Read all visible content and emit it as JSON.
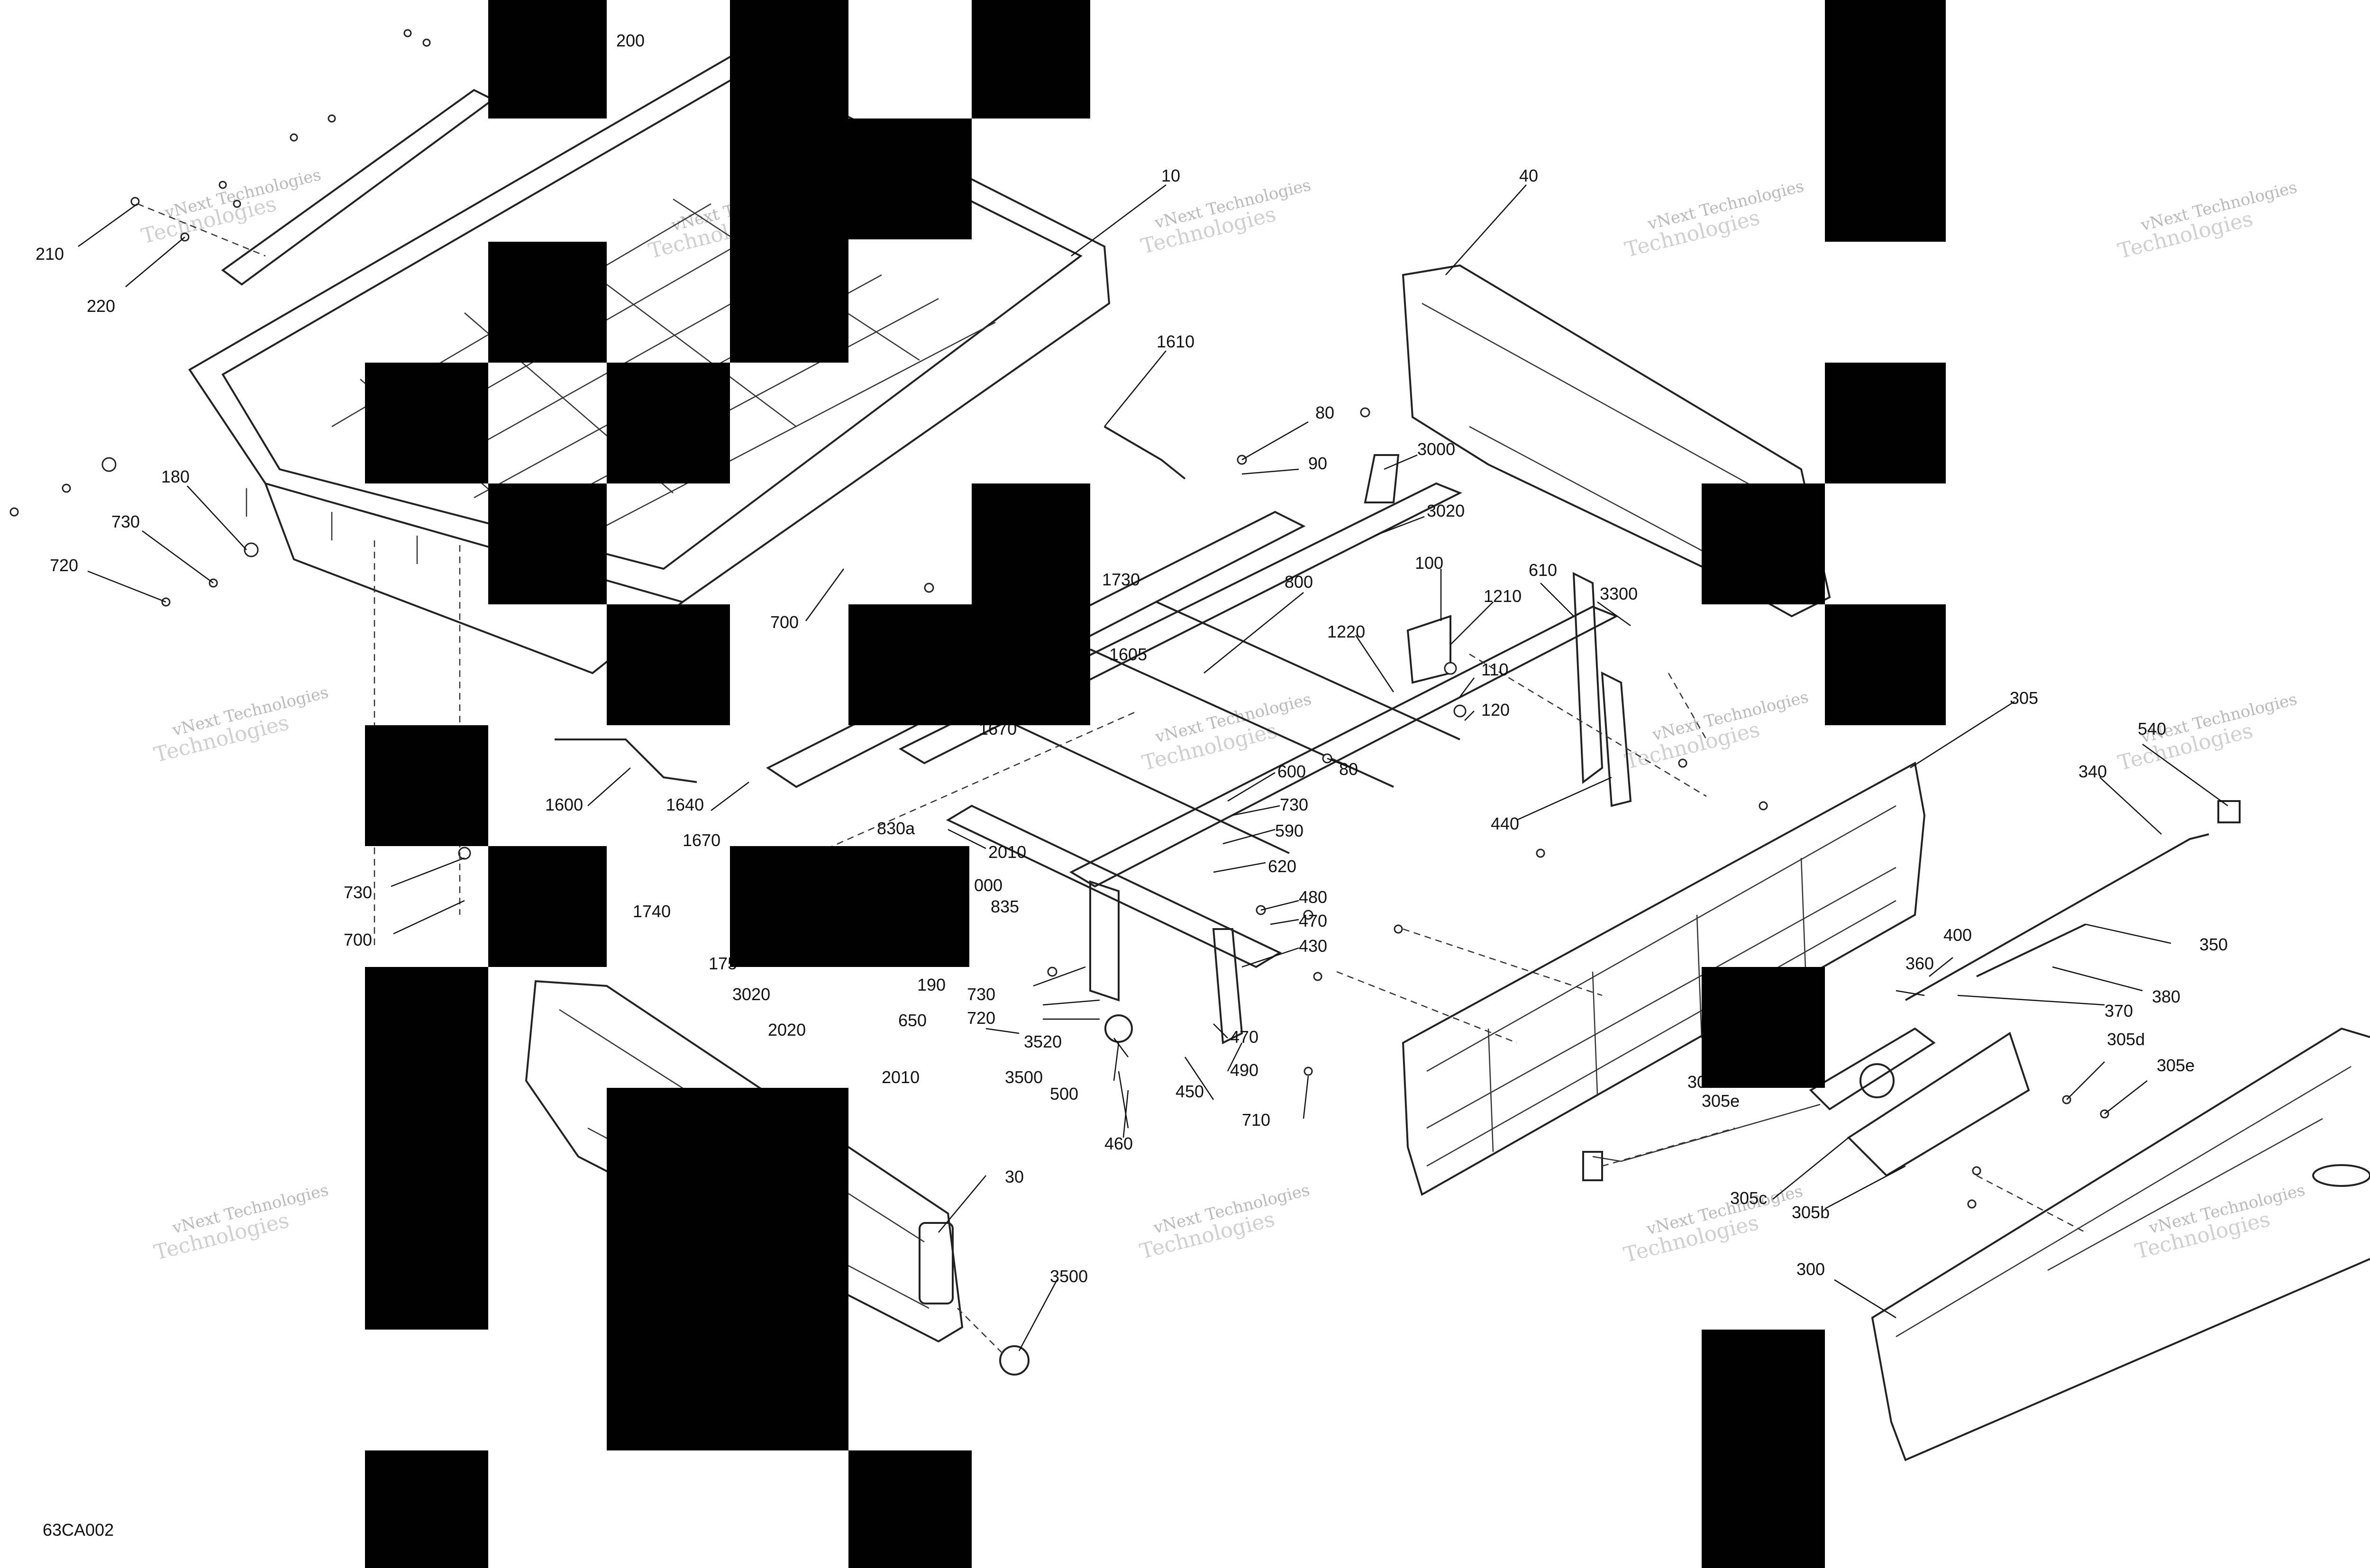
{
  "drawing": {
    "code": "63CA002",
    "watermark_line1": "vNext Technologies",
    "watermark_line2": "Technologies"
  },
  "callouts": [
    "200",
    "210",
    "220",
    "10",
    "40",
    "1610",
    "80",
    "90",
    "3000",
    "3020",
    "180",
    "730",
    "720",
    "700",
    "1730",
    "800",
    "100",
    "1210",
    "610",
    "3300",
    "1220",
    "110",
    "120",
    "1605",
    "1670",
    "305",
    "540",
    "340",
    "1600",
    "1640",
    "600",
    "80",
    "730",
    "590",
    "620",
    "440",
    "830a",
    "2010",
    "1670",
    "000",
    "835",
    "730",
    "700",
    "1740",
    "480",
    "470",
    "430",
    "350",
    "175",
    "3020",
    "190",
    "730",
    "720",
    "360",
    "400",
    "380",
    "370",
    "2020",
    "650",
    "3520",
    "2010",
    "3500",
    "500",
    "450",
    "490",
    "470",
    "710",
    "305d",
    "305e",
    "305d",
    "305e",
    "460",
    "30",
    "305c",
    "305b",
    "3500",
    "300"
  ]
}
